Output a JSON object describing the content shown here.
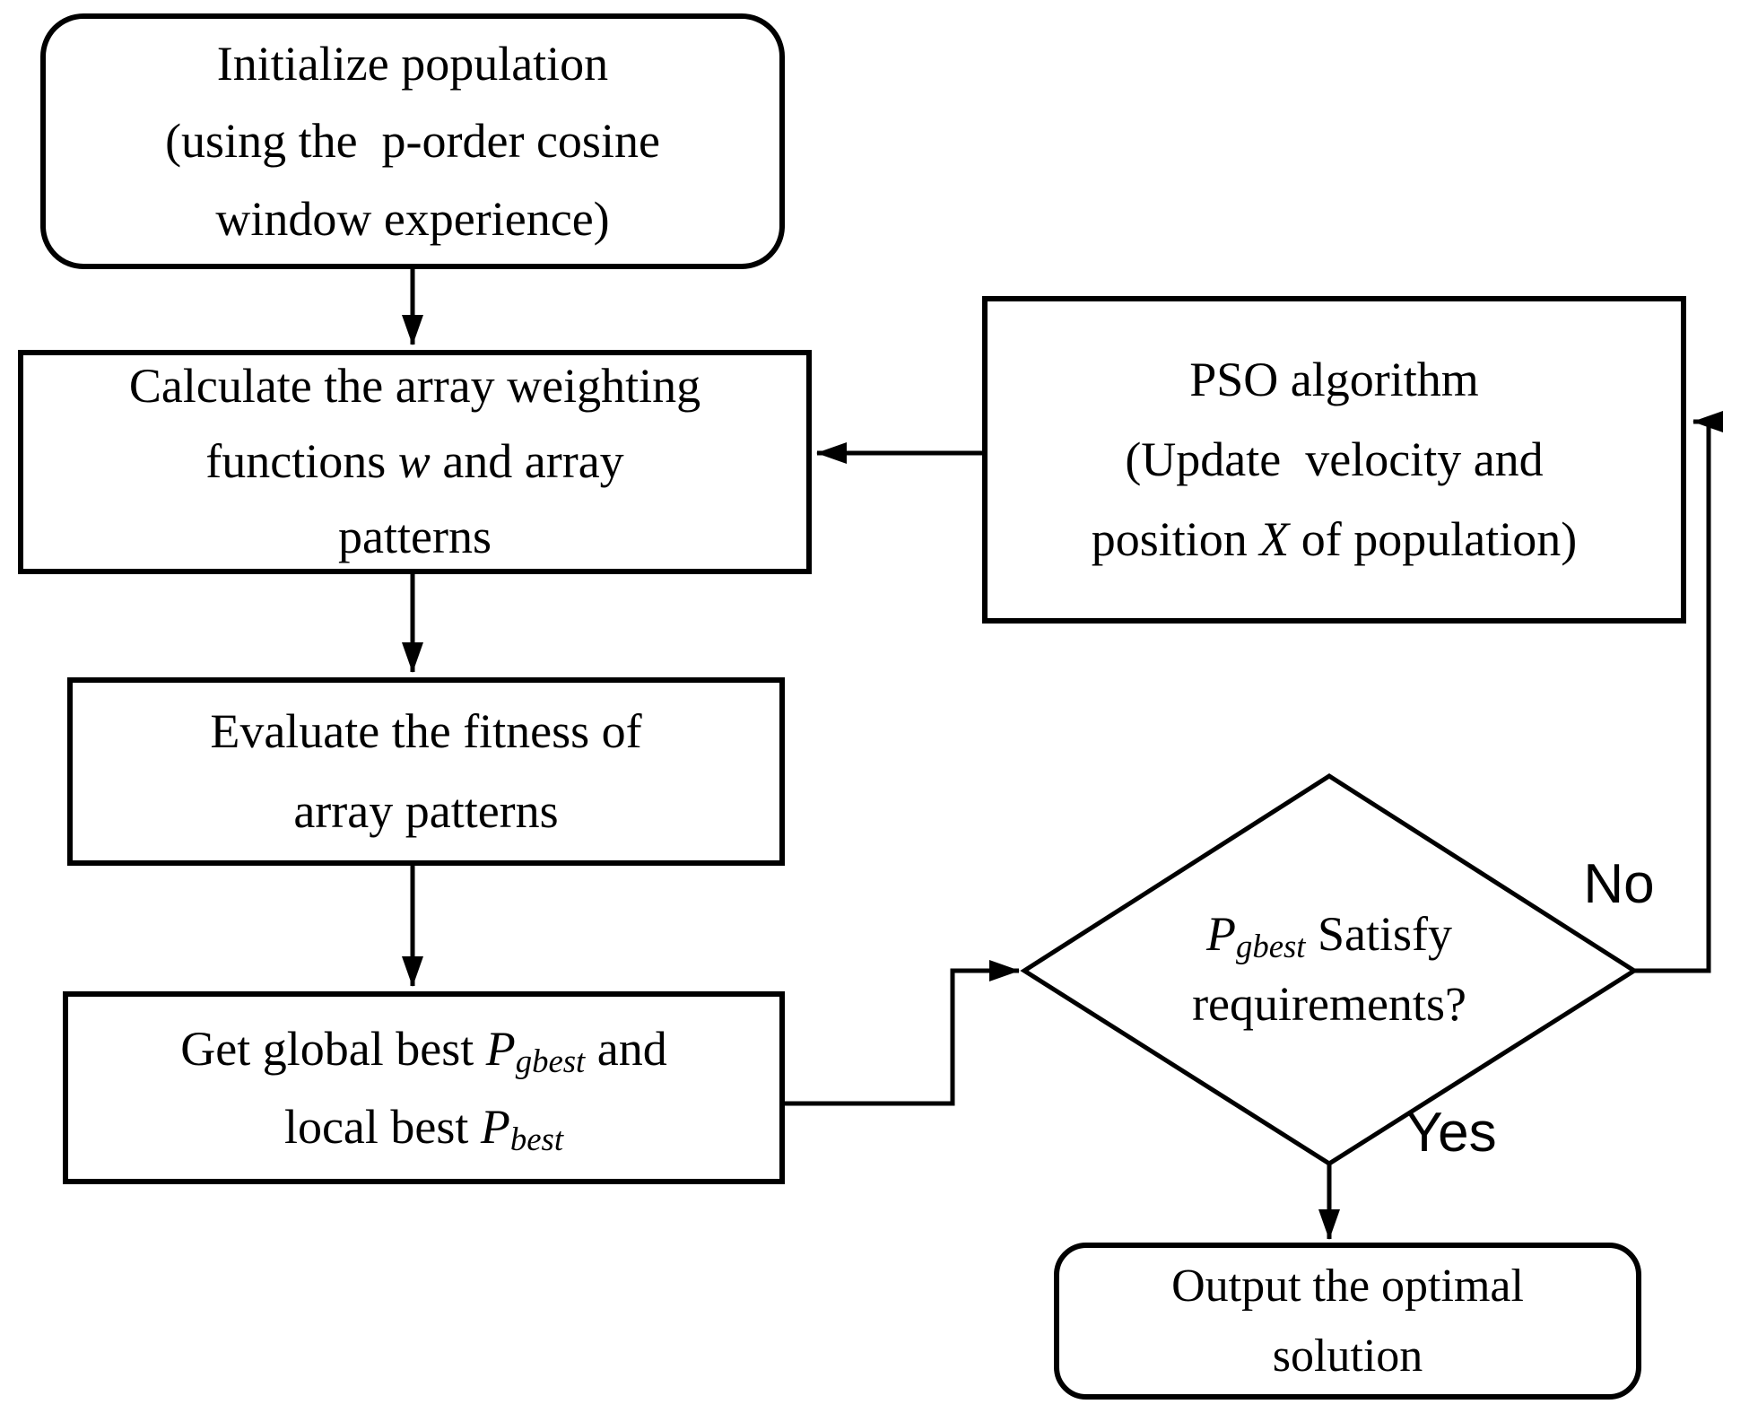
{
  "nodes": {
    "init": {
      "lines": [
        "Initialize population",
        "(using the  p-order cosine",
        "window experience)"
      ]
    },
    "calc": {
      "line1": "Calculate the array weighting",
      "line2_pre": "functions ",
      "line2_var": "w",
      "line2_post": " and array",
      "line3": "patterns"
    },
    "eval": {
      "lines": [
        "Evaluate the fitness of",
        "array patterns"
      ]
    },
    "get": {
      "line1_pre": "Get global best ",
      "line1_var": "P",
      "line1_sub": "gbest",
      "line1_post": " and",
      "line2_pre": "local best ",
      "line2_var": "P",
      "line2_sub": "best"
    },
    "pso": {
      "line1": "PSO algorithm",
      "line2": "(Update  velocity and",
      "line3_pre": "position ",
      "line3_var": "X",
      "line3_post": " of population)"
    },
    "decision": {
      "line1_var": "P",
      "line1_sub": "gbest",
      "line1_post": " Satisfy",
      "line2": "requirements?"
    },
    "output": {
      "lines": [
        "Output the optimal",
        "solution"
      ]
    }
  },
  "edges": {
    "no_label": "No",
    "yes_label": "Yes"
  },
  "colors": {
    "line": "#000000",
    "text": "#000000",
    "background": "#ffffff"
  }
}
